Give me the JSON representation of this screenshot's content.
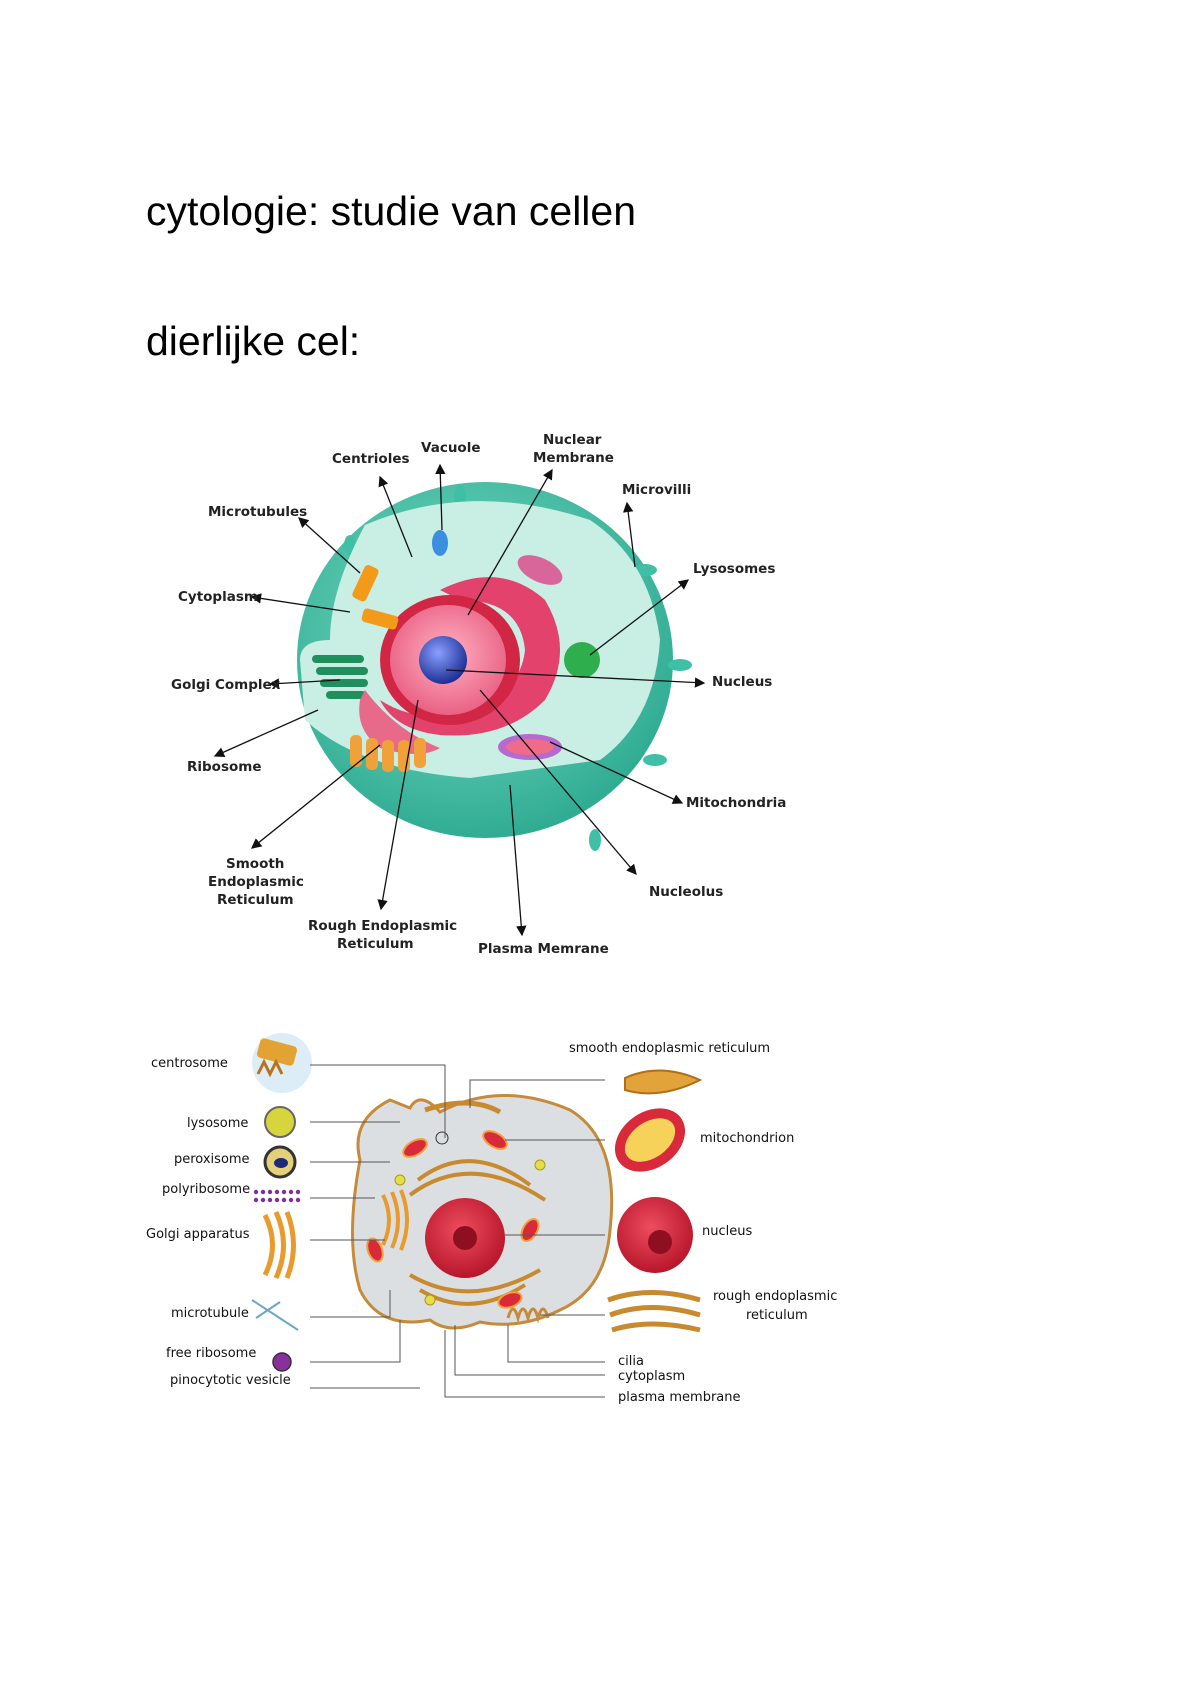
{
  "document": {
    "heading1": "cytologie: studie van cellen",
    "heading2": "dierlijke cel:"
  },
  "figure1": {
    "labels": {
      "centrioles": "Centrioles",
      "vacuole": "Vacuole",
      "nuclear_membrane_1": "Nuclear",
      "nuclear_membrane_2": "Membrane",
      "microvilli": "Microvilli",
      "microtubules": "Microtubules",
      "lysosomes": "Lysosomes",
      "cytoplasm": "Cytoplasm",
      "golgi_complex": "Golgi Complex",
      "nucleus": "Nucleus",
      "ribosome": "Ribosome",
      "mitochondria": "Mitochondria",
      "smooth_er_1": "Smooth",
      "smooth_er_2": "Endoplasmic",
      "smooth_er_3": "Reticulum",
      "nucleolus": "Nucleolus",
      "rough_er_1": "Rough Endoplasmic",
      "rough_er_2": "Reticulum",
      "plasma_membrane": "Plasma Memrane"
    }
  },
  "figure2": {
    "labels": {
      "centrosome": "centrosome",
      "lysosome": "lysosome",
      "peroxisome": "peroxisome",
      "polyribosome": "polyribosome",
      "golgi_apparatus": "Golgi apparatus",
      "microtubule": "microtubule",
      "free_ribosome": "free ribosome",
      "pinocytotic_vesicle": "pinocytotic vesicle",
      "smooth_er": "smooth endoplasmic reticulum",
      "mitochondrion": "mitochondrion",
      "nucleus": "nucleus",
      "rough_er_1": "rough  endoplasmic",
      "rough_er_2": "reticulum",
      "cilia": "cilia",
      "cytoplasm": "cytoplasm",
      "plasma_membrane": "plasma membrane"
    }
  },
  "colors": {
    "cell_teal": "#3fc0a6",
    "cytoplasm_light": "#c9eee4",
    "nucleus_pink": "#f27f9a",
    "nucleolus_blue": "#3d4fb8",
    "rough_er": "#e2426b",
    "golgi_green": "#1f8f5e",
    "nucleus_red": "#d0233a",
    "organelle_orange": "#e89a2c"
  }
}
